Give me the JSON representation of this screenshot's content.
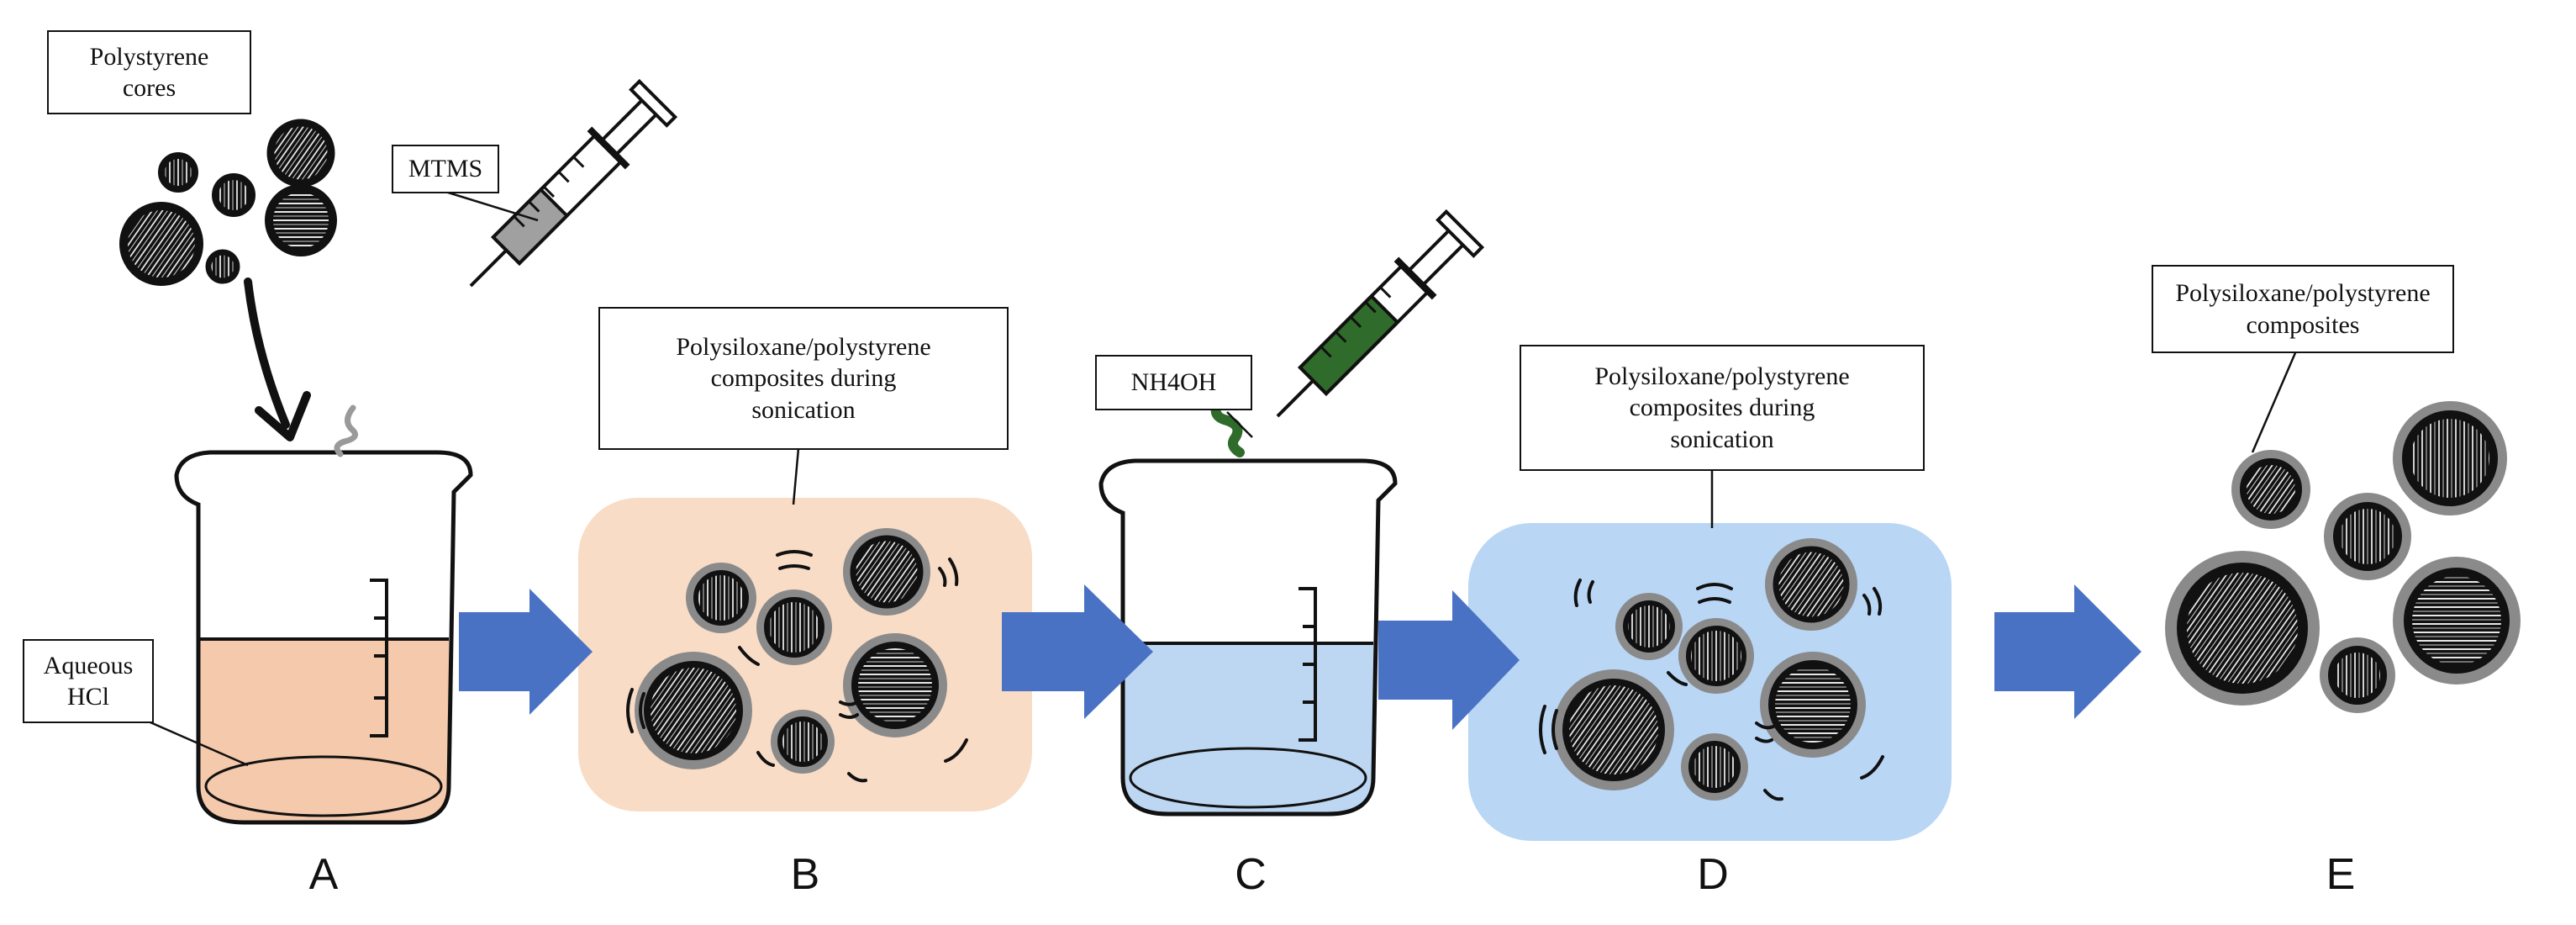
{
  "labels": {
    "polystyrene_cores": "Polystyrene\ncores",
    "mtms": "MTMS",
    "aqueous_hcl": "Aqueous\nHCl",
    "composites_sonication_b": "Polysiloxane/polystyrene\ncomposites during\nsonication",
    "nh4oh": "NH4OH",
    "composites_sonication_d": "Polysiloxane/polystyrene\ncomposites during\nsonication",
    "composites_final": "Polysiloxane/polystyrene\ncomposites"
  },
  "steps": [
    "A",
    "B",
    "C",
    "D",
    "E"
  ],
  "colors": {
    "hcl_liquid": "#f4c9ac",
    "panel_b": "#f8dcc6",
    "nh4oh_liquid": "#bdd7f2",
    "panel_d": "#b9d6f5",
    "arrow": "#4a72c4",
    "mtms_fill": "#a0a0a0",
    "nh4oh_fill": "#2f6b2a",
    "shell": "#8a8a8a",
    "core": "#111111"
  },
  "icons": {
    "syringes": [
      "syringe-mtms-icon",
      "syringe-nh4oh-icon"
    ],
    "beakers": [
      "beaker-hcl-icon",
      "beaker-nh4oh-icon"
    ],
    "arrows": [
      "right-arrow-icon"
    ]
  }
}
